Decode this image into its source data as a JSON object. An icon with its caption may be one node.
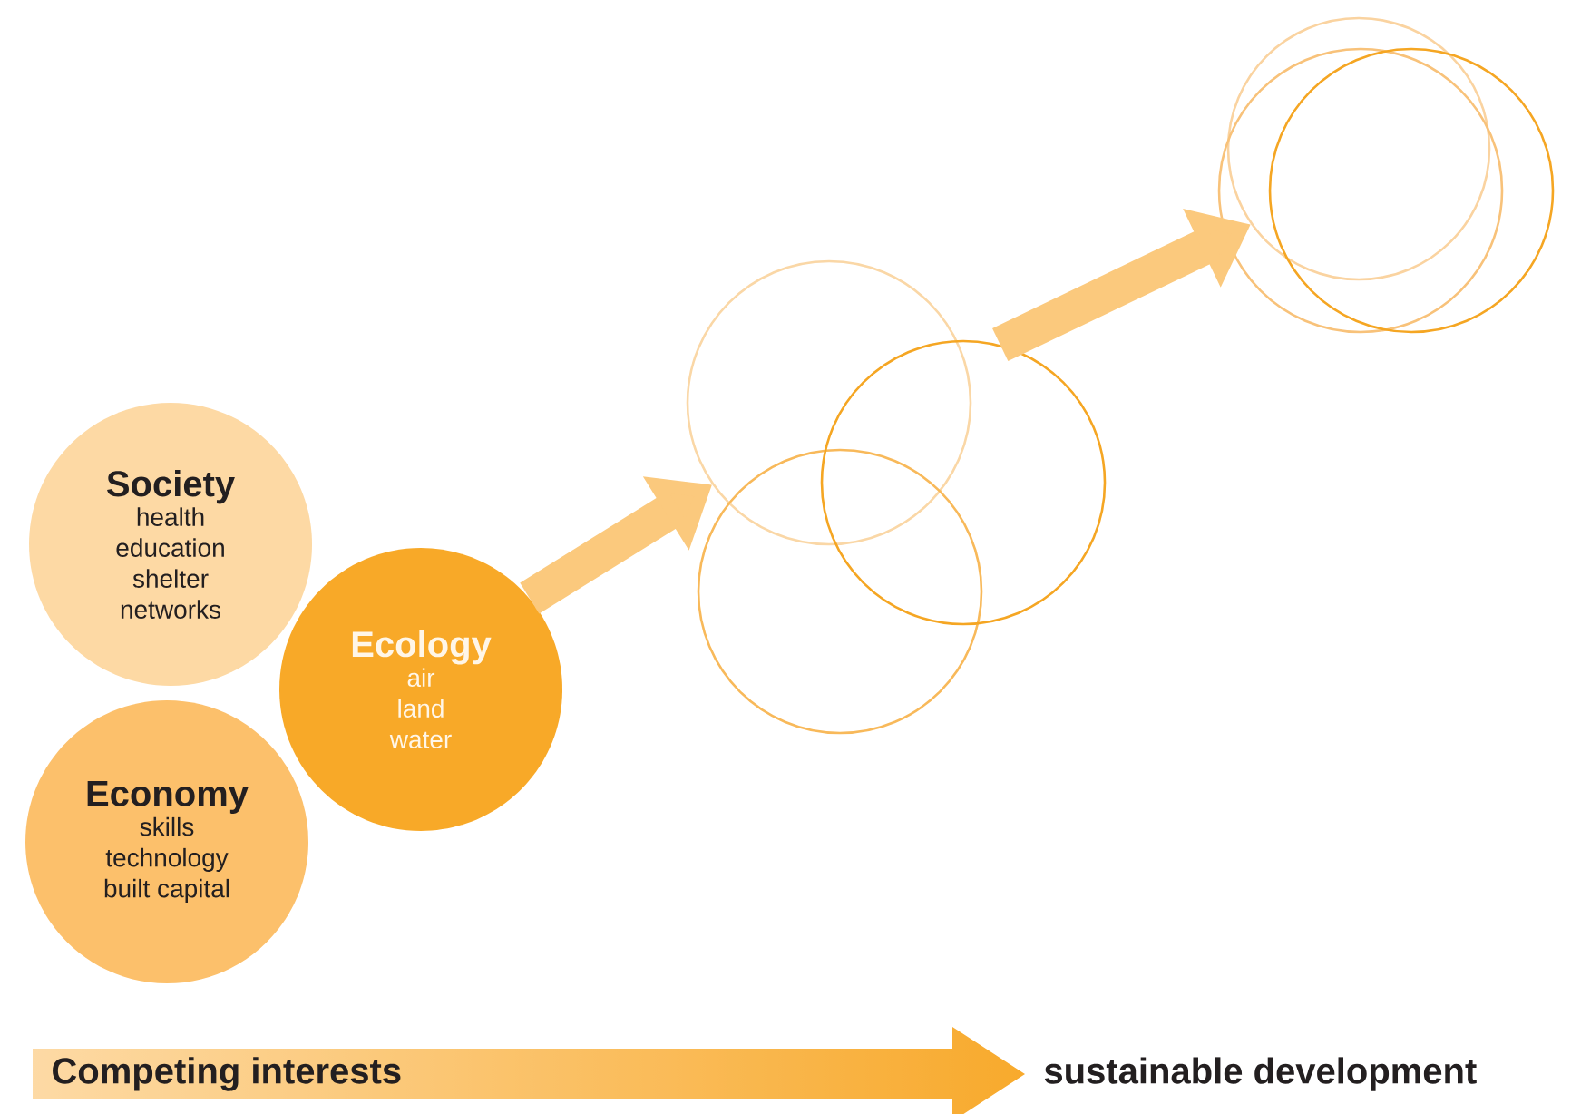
{
  "diagram": {
    "nodes": [
      {
        "text": [
          "Society",
          "health education shelter networks"
        ]
      },
      {
        "text": [
          "Economy",
          "skills technology built capital"
        ]
      },
      {
        "text": [
          "Ecology",
          "air land water"
        ]
      },
      {
        "text": [],
        "shape": "circle"
      },
      {
        "text": [],
        "shape": "circle"
      },
      {
        "text": [],
        "shape": "circle"
      },
      {
        "text": [],
        "shape": "circle"
      },
      {
        "text": [],
        "shape": "circle"
      },
      {
        "text": [],
        "shape": "circle"
      }
    ],
    "edges": [
      {
        "from": 2,
        "to": 3,
        "arrow": "to"
      },
      {
        "from": 5,
        "to": 6,
        "arrow": "to"
      }
    ],
    "labels": [
      "Competing interests",
      "sustainable development"
    ]
  }
}
